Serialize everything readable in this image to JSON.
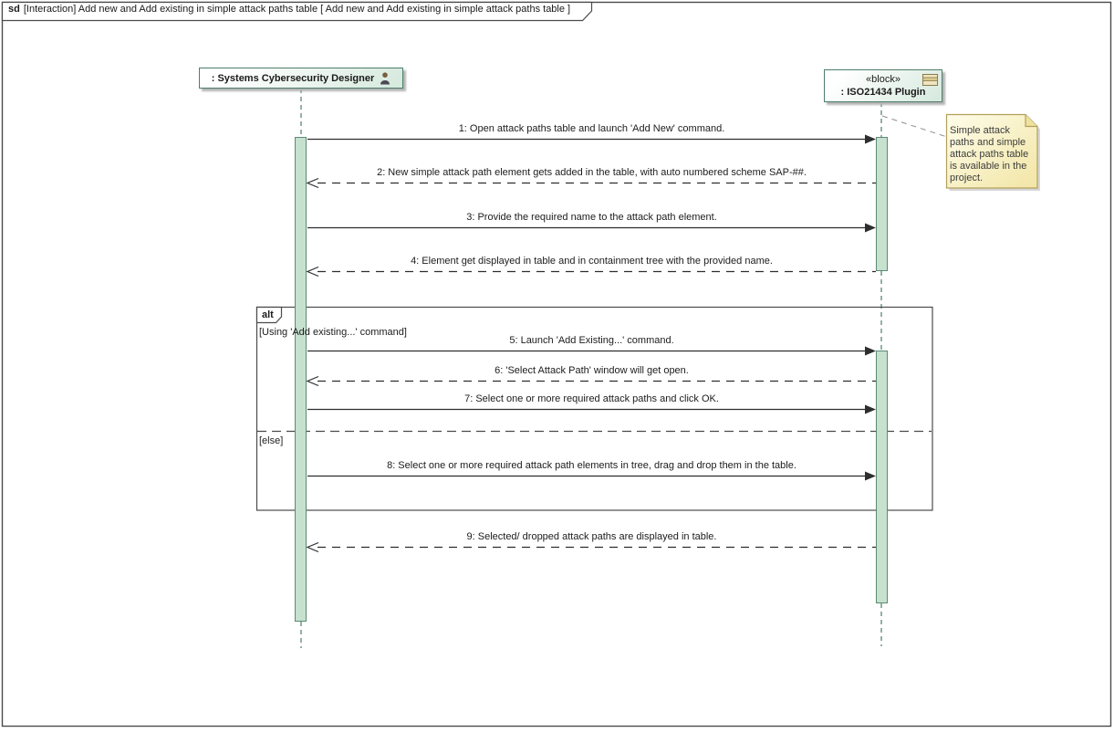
{
  "diagram": {
    "kind_label": "sd",
    "title": "[Interaction] Add new and Add existing in simple attack paths table [ Add new and Add existing in simple attack paths table ]"
  },
  "lifelines": [
    {
      "label": ": Systems Cybersecurity Designer",
      "icon": "actor-icon"
    },
    {
      "stereotype": "«block»",
      "label": ": ISO21434 Plugin",
      "icon": "block-icon"
    }
  ],
  "note": {
    "text": "Simple attack paths and simple attack paths table is available in the project."
  },
  "fragment": {
    "operator": "alt",
    "guard_primary": "[Using 'Add existing...' command]",
    "guard_else": "[else]"
  },
  "messages": [
    {
      "num": 1,
      "label": "1:  Open attack paths table and launch 'Add New' command.",
      "line": "solid",
      "arrow": "filled",
      "direction": "right"
    },
    {
      "num": 2,
      "label": "2:  New simple attack path element gets added in the table, with auto numbered scheme SAP-##.",
      "line": "dashed",
      "arrow": "open",
      "direction": "left"
    },
    {
      "num": 3,
      "label": "3:  Provide the required name to the attack path element.",
      "line": "solid",
      "arrow": "filled",
      "direction": "right"
    },
    {
      "num": 4,
      "label": "4:  Element get displayed in table and in containment tree with the provided name.",
      "line": "dashed",
      "arrow": "open",
      "direction": "left"
    },
    {
      "num": 5,
      "label": "5:  Launch 'Add Existing...' command.",
      "line": "solid",
      "arrow": "filled",
      "direction": "right"
    },
    {
      "num": 6,
      "label": "6:  'Select Attack Path' window will get open.",
      "line": "dashed",
      "arrow": "open",
      "direction": "left"
    },
    {
      "num": 7,
      "label": "7:  Select one or more required attack paths and click OK.",
      "line": "solid",
      "arrow": "filled",
      "direction": "right"
    },
    {
      "num": 8,
      "label": "8:  Select one or more required attack path elements in tree, drag and drop them in the table.",
      "line": "solid",
      "arrow": "filled",
      "direction": "right"
    },
    {
      "num": 9,
      "label": "9:  Selected/ dropped attack paths are displayed in table.",
      "line": "dashed",
      "arrow": "open",
      "direction": "left"
    }
  ],
  "colors": {
    "lifeline_green": "#4d7d6a",
    "activation_fill": "#c6e1ce",
    "head_fill": "#d5e9dd",
    "note_fill": "#faf3c3",
    "note_border": "#b3a05c",
    "fragment_border": "#4b4b4b",
    "message_line": "#2e2e2e"
  }
}
